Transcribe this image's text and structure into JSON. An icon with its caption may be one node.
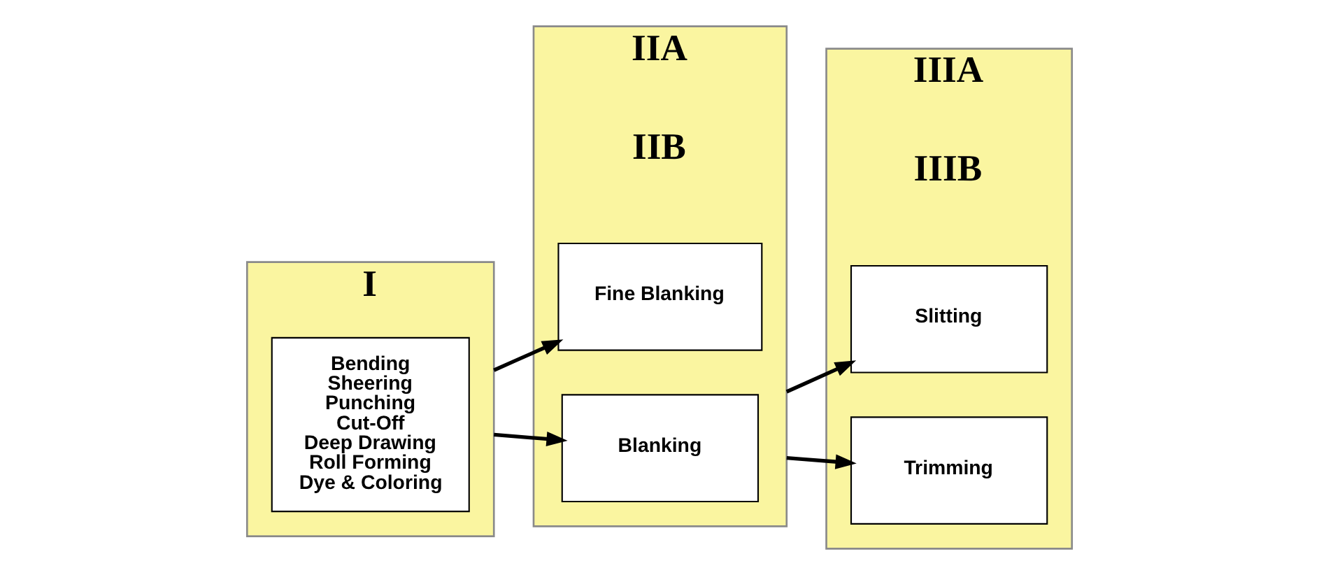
{
  "diagram": {
    "nodes": [
      {
        "text": [
          "I"
        ]
      },
      {
        "text": [
          "Bending",
          "Sheering",
          "Punching",
          "Cut-Off",
          "Deep Drawing",
          "Roll Forming",
          "Dye & Coloring"
        ],
        "in": 0
      },
      {
        "text": [
          "IIA",
          "IIB"
        ]
      },
      {
        "text": [
          "Blanking"
        ],
        "in": 2
      },
      {
        "text": [
          "Fine Blanking"
        ],
        "in": 2
      },
      {
        "text": [
          "IIIA",
          "IIIB"
        ]
      },
      {
        "text": [
          "Trimming"
        ],
        "in": 5
      },
      {
        "text": [
          "Slitting"
        ],
        "in": 5
      }
    ],
    "edges": [
      {
        "from": 0,
        "to": 3,
        "arrow": "to"
      },
      {
        "from": 0,
        "to": 4,
        "arrow": "to"
      },
      {
        "from": 2,
        "to": 6,
        "arrow": "to"
      },
      {
        "from": 2,
        "to": 7,
        "arrow": "to"
      }
    ]
  }
}
